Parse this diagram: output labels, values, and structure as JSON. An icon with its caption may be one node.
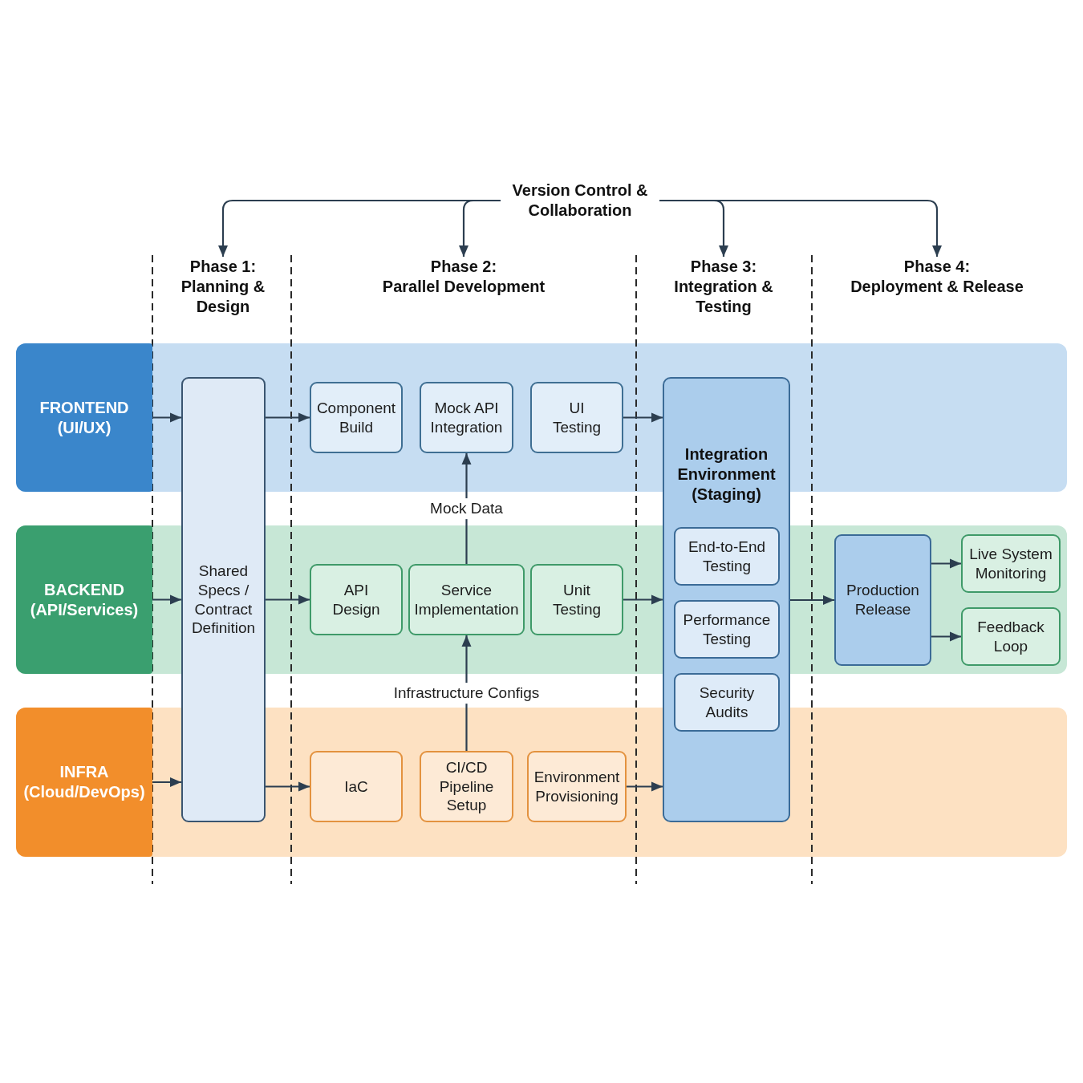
{
  "diagram": {
    "nodes": [
      {
        "text": [
          "Version Control & Collaboration"
        ]
      },
      {
        "text": [
          "Phase 1: Planning & Design"
        ]
      },
      {
        "text": [
          "Phase 2: Parallel Development"
        ]
      },
      {
        "text": [
          "Phase 3: Integration & Testing"
        ]
      },
      {
        "text": [
          "Phase 4: Deployment & Release"
        ]
      },
      {
        "text": [],
        "shape": "box"
      },
      {
        "text": [
          "FRONTEND (UI/UX)"
        ],
        "in": 5
      },
      {
        "text": [
          "Component Build"
        ],
        "in": 5
      },
      {
        "text": [
          "Mock API Integration"
        ],
        "in": 5
      },
      {
        "text": [
          "UI Testing"
        ],
        "in": 5
      },
      {
        "text": [],
        "shape": "box"
      },
      {
        "text": [
          "BACKEND (API/Services)"
        ],
        "in": 10
      },
      {
        "text": [
          "API Design"
        ],
        "in": 10
      },
      {
        "text": [
          "Service Implementation"
        ],
        "in": 10
      },
      {
        "text": [
          "Unit Testing"
        ],
        "in": 10
      },
      {
        "text": [
          "Production Release"
        ],
        "in": 10
      },
      {
        "text": [
          "Live System Monitoring"
        ],
        "in": 10
      },
      {
        "text": [
          "Feedback Loop"
        ],
        "in": 10
      },
      {
        "text": [],
        "shape": "box"
      },
      {
        "text": [
          "INFRA (Cloud/DevOps)"
        ],
        "in": 18
      },
      {
        "text": [
          "IaC"
        ],
        "in": 18
      },
      {
        "text": [
          "CI/CD Pipeline Setup"
        ],
        "in": 18
      },
      {
        "text": [
          "Environment Provisioning"
        ],
        "in": 18
      },
      {
        "text": [
          "Shared Specs / Contract Definition"
        ]
      },
      {
        "text": [
          "Integration Environment (Staging)"
        ]
      },
      {
        "text": [
          "End-to-End Testing"
        ]
      },
      {
        "text": [
          "Performance Testing"
        ]
      },
      {
        "text": [
          "Security Audits"
        ],
        "in": 24
      }
    ],
    "edges": [
      {
        "from": 0,
        "to": 1,
        "arrow": "to"
      },
      {
        "from": 0,
        "to": 2,
        "arrow": "to"
      },
      {
        "from": 0,
        "to": 3,
        "arrow": "to"
      },
      {
        "from": 0,
        "to": 4,
        "arrow": "to"
      },
      {
        "from": 6,
        "to": 23,
        "arrow": "to"
      },
      {
        "from": 11,
        "to": 23,
        "arrow": "to"
      },
      {
        "from": 19,
        "to": 23,
        "arrow": "to"
      },
      {
        "from": 23,
        "to": 7,
        "arrow": "to"
      },
      {
        "from": 23,
        "to": 12,
        "arrow": "to"
      },
      {
        "from": 23,
        "to": 20,
        "arrow": "to"
      },
      {
        "from": 13,
        "to": 8,
        "arrow": "to",
        "label": "Mock Data"
      },
      {
        "from": 21,
        "to": 13,
        "arrow": "to",
        "label": "Infrastructure Configs"
      },
      {
        "from": 9,
        "to": 24,
        "arrow": "to"
      },
      {
        "from": 14,
        "to": 24,
        "arrow": "to"
      },
      {
        "from": 22,
        "to": 24,
        "arrow": "to"
      },
      {
        "from": 24,
        "to": 15,
        "arrow": "to"
      },
      {
        "from": 15,
        "to": 16,
        "arrow": "to"
      },
      {
        "from": 15,
        "to": 17,
        "arrow": "to"
      }
    ]
  }
}
